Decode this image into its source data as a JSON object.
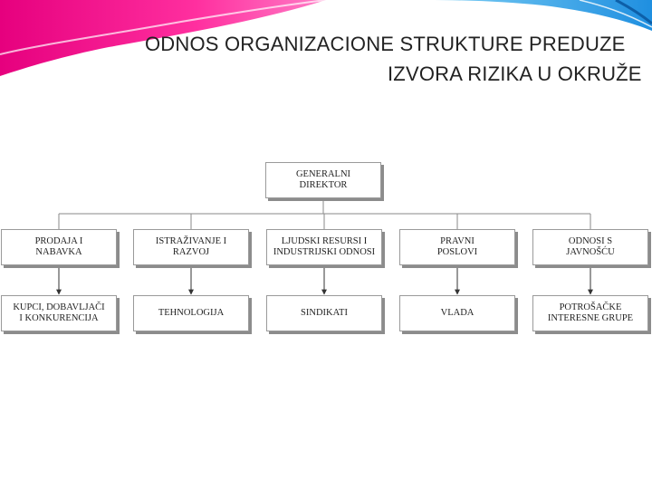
{
  "slide": {
    "title_line1": "ODNOS ORGANIZACIONE STRUKTURE PREDUZE",
    "title_line2": "IZVORA RIZIKA U OKRUŽE",
    "accent_colors": [
      "#e6007e",
      "#ff4fb0",
      "#2ea3f2",
      "#7fd0f5"
    ]
  },
  "org_chart": {
    "root": "GENERALNI\nDIREKTOR",
    "departments": [
      "PRODAJA I\nNABAVKA",
      "ISTRAŽIVANJE I\nRAZVOJ",
      "LJUDSKI RESURSI I\nINDUSTRIJSKI ODNOSI",
      "PRAVNI\nPOSLOVI",
      "ODNOSI S\nJAVNOŠĆU"
    ],
    "risk_sources": [
      "KUPCI, DOBAVLJAČI\nI KONKURENCIJA",
      "TEHNOLOGIJA",
      "SINDIKATI",
      "VLADA",
      "POTROŠAČKE\nINTERESNE GRUPE"
    ]
  }
}
